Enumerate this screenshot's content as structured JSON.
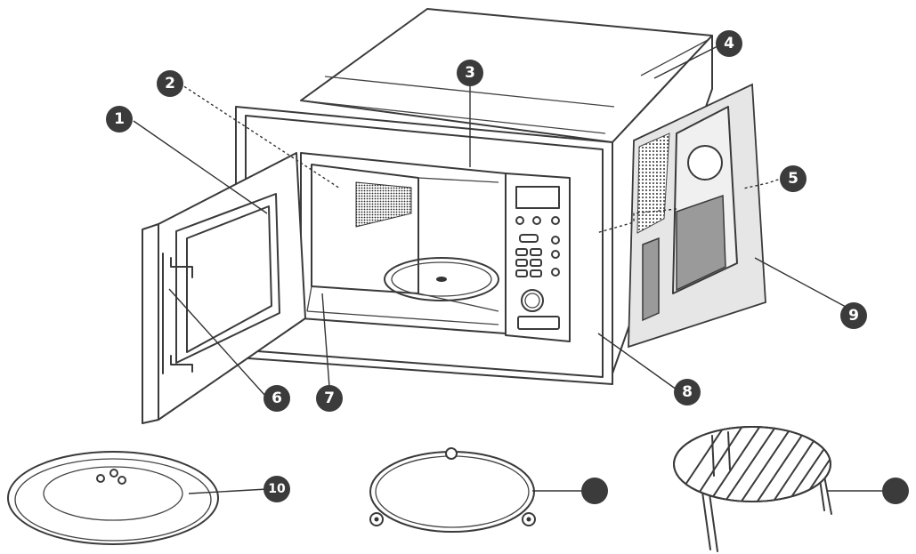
{
  "diagram": {
    "callouts": [
      {
        "id": "1",
        "label": "1"
      },
      {
        "id": "2",
        "label": "2"
      },
      {
        "id": "3",
        "label": "3"
      },
      {
        "id": "4",
        "label": "4"
      },
      {
        "id": "5",
        "label": "5"
      },
      {
        "id": "6",
        "label": "6"
      },
      {
        "id": "7",
        "label": "7"
      },
      {
        "id": "8",
        "label": "8"
      },
      {
        "id": "9",
        "label": "9"
      },
      {
        "id": "10",
        "label": "10"
      },
      {
        "id": "11",
        "label": ""
      },
      {
        "id": "12",
        "label": ""
      }
    ]
  }
}
